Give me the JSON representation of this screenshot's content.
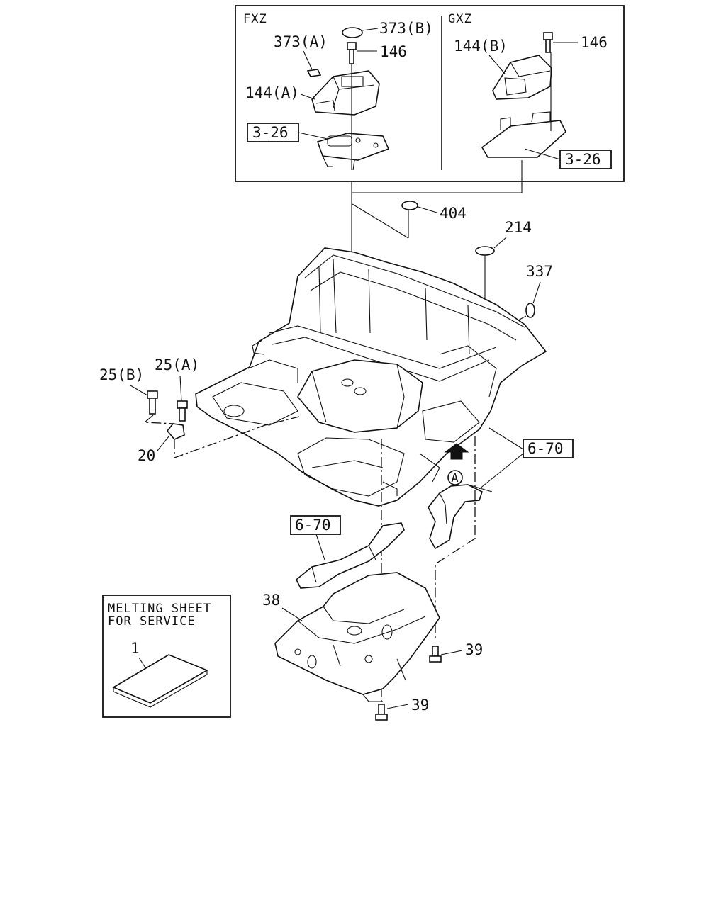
{
  "inset": {
    "left_label": "FXZ",
    "right_label": "GXZ"
  },
  "callouts": {
    "p373b": "373(B)",
    "p373a": "373(A)",
    "p146_left": "146",
    "p144a": "144(A)",
    "ref_3_26_left": "3-26",
    "p144b": "144(B)",
    "p146_right": "146",
    "ref_3_26_right": "3-26",
    "p404": "404",
    "p214": "214",
    "p337": "337",
    "p25b": "25(B)",
    "p25a": "25(A)",
    "p20": "20",
    "ref_6_70_right": "6-70",
    "view_a": "A",
    "ref_6_70_left": "6-70",
    "p38": "38",
    "p39_upper": "39",
    "p39_lower": "39",
    "p1": "1"
  },
  "note": {
    "line1": "MELTING SHEET",
    "line2": "FOR SERVICE"
  }
}
